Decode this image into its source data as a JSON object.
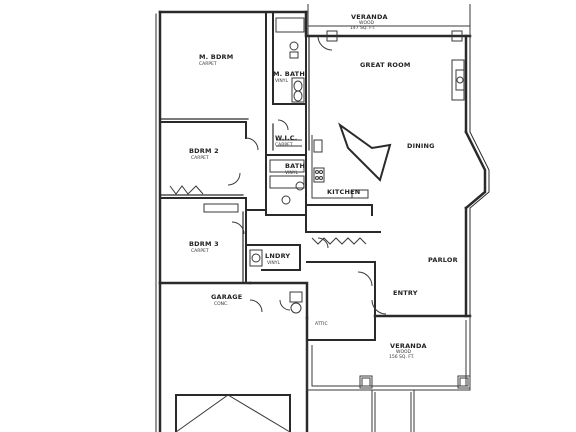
{
  "rooms": {
    "veranda_top": "VERANDA",
    "veranda_top_mat": "WOOD",
    "veranda_top_area": "147 SQ. FT.",
    "master_bedroom": "M. BDRM",
    "master_bedroom_mat": "CARPET",
    "master_bath": "M. BATH",
    "master_bath_mat": "VINYL",
    "great_room": "GREAT ROOM",
    "bedroom2": "BDRM 2",
    "bedroom2_mat": "CARPET",
    "wic": "W.I.C.",
    "wic_mat": "CARPET",
    "dining": "DINING",
    "bath": "BATH",
    "bath_mat": "VINYL",
    "kitchen": "KITCHEN",
    "bedroom3": "BDRM 3",
    "bedroom3_mat": "CARPET",
    "laundry": "LNDRY",
    "laundry_mat": "VINYL",
    "parlor": "PARLOR",
    "garage": "GARAGE",
    "garage_mat": "CONC.",
    "entry": "ENTRY",
    "attic": "ATTIC",
    "veranda_bottom": "VERANDA",
    "veranda_bottom_mat": "WOOD",
    "veranda_bottom_area": "156 SQ. FT."
  }
}
